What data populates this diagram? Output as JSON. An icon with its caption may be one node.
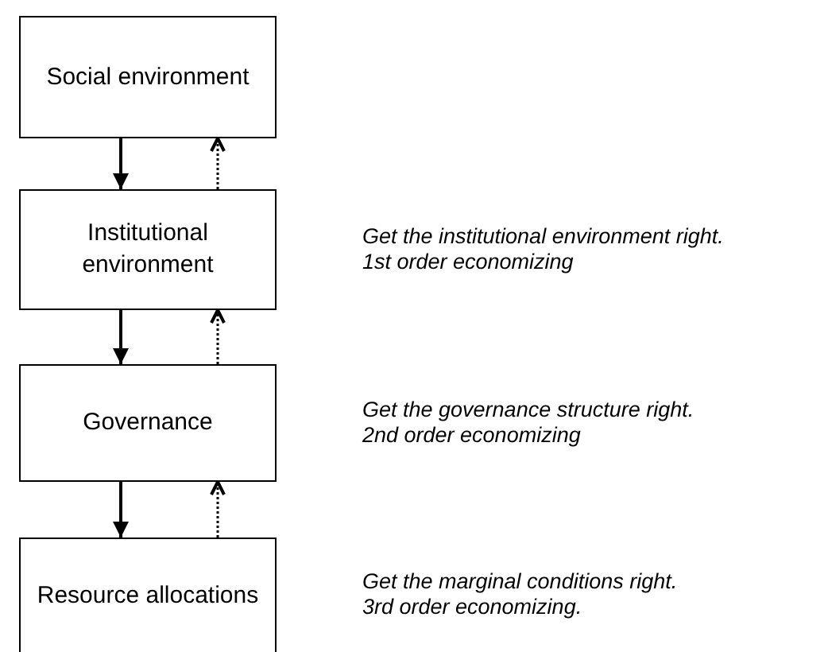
{
  "diagram": {
    "nodes": [
      {
        "text": [
          "Social environment"
        ]
      },
      {
        "text": [
          "Institutional environment"
        ],
        "beside": [
          "Get the institutional environment right.",
          "1st order economizing"
        ]
      },
      {
        "text": [
          "Governance"
        ],
        "beside": [
          "Get the governance structure right.",
          "2nd order economizing"
        ]
      },
      {
        "text": [
          "Resource allocations"
        ],
        "beside": [
          "Get the marginal conditions right.",
          "3rd order economizing."
        ]
      }
    ],
    "edges": [
      {
        "from": 0,
        "to": 1,
        "arrow": "to"
      },
      {
        "from": 1,
        "to": 0,
        "arrow": "to",
        "style": "dashed"
      },
      {
        "from": 1,
        "to": 2,
        "arrow": "to"
      },
      {
        "from": 2,
        "to": 1,
        "arrow": "to",
        "style": "dashed"
      },
      {
        "from": 2,
        "to": 3,
        "arrow": "to"
      },
      {
        "from": 3,
        "to": 2,
        "arrow": "to",
        "style": "dashed"
      }
    ]
  }
}
